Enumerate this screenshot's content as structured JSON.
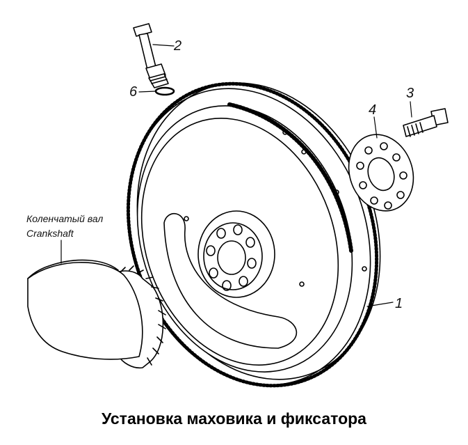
{
  "diagram": {
    "caption": "Установка маховика и фиксатора",
    "crankshaft_label_ru": "Коленчатый вал",
    "crankshaft_label_en": "Crankshaft",
    "callouts": {
      "flywheel": "1",
      "retainer_pin": "2",
      "bolt": "3",
      "washer_plate": "4",
      "seal_ring": "6"
    }
  }
}
